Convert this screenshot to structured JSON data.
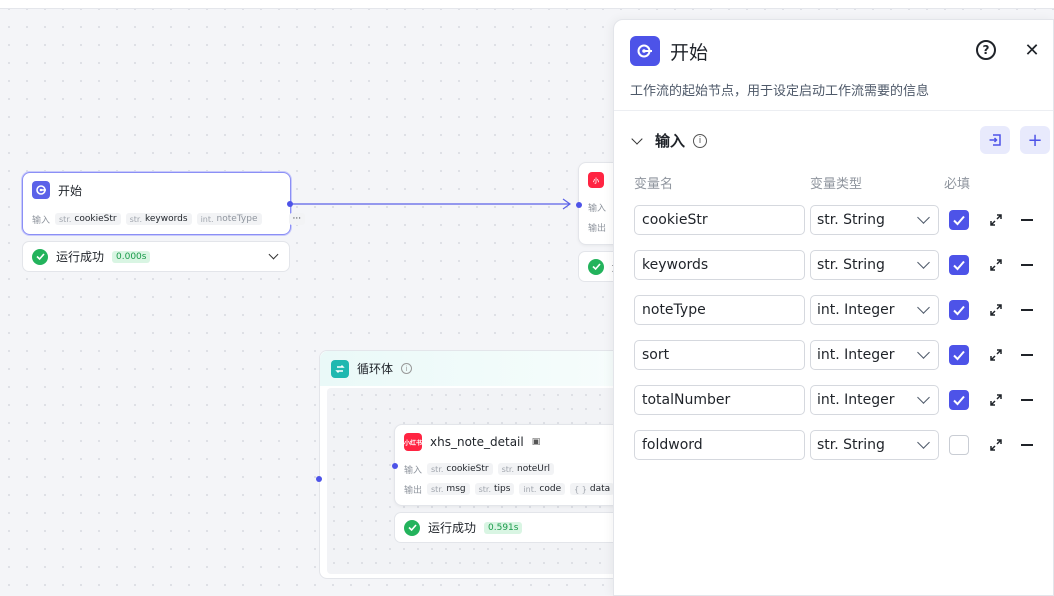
{
  "canvas": {
    "start_node": {
      "title": "开始",
      "input_label": "输入",
      "inputs": [
        {
          "type": "str.",
          "name": "cookieStr"
        },
        {
          "type": "str.",
          "name": "keywords"
        },
        {
          "type": "int.",
          "name": "noteType"
        }
      ],
      "more": "···",
      "status_text": "运行成功",
      "duration": "0.000s"
    },
    "partial_node": {
      "input_label": "输入",
      "output_label": "输出",
      "status_text": "运"
    },
    "loop_node": {
      "title": "循环体",
      "info": "i"
    },
    "xhs_node": {
      "icon_text": "小红书",
      "title": "xhs_note_detail",
      "input_label": "输入",
      "inputs": [
        {
          "type": "str.",
          "name": "cookieStr"
        },
        {
          "type": "str.",
          "name": "noteUrl"
        }
      ],
      "output_label": "输出",
      "outputs": [
        {
          "type": "str.",
          "name": "msg"
        },
        {
          "type": "str.",
          "name": "tips"
        },
        {
          "type": "int.",
          "name": "code"
        },
        {
          "type": "{ }",
          "name": "data"
        }
      ],
      "status_text": "运行成功",
      "duration": "0.591s"
    }
  },
  "panel": {
    "title": "开始",
    "help": "?",
    "close": "✕",
    "description": "工作流的起始节点，用于设定启动工作流需要的信息",
    "section_title": "输入",
    "section_info": "i",
    "add": "+",
    "columns": {
      "name": "变量名",
      "type": "变量类型",
      "required": "必填"
    },
    "variables": [
      {
        "name": "cookieStr",
        "type": "str. String",
        "required": true
      },
      {
        "name": "keywords",
        "type": "str. String",
        "required": true
      },
      {
        "name": "noteType",
        "type": "int. Integer",
        "required": true
      },
      {
        "name": "sort",
        "type": "int. Integer",
        "required": true
      },
      {
        "name": "totalNumber",
        "type": "int. Integer",
        "required": true
      },
      {
        "name": "foldword",
        "type": "str. String",
        "required": false
      }
    ]
  },
  "colors": {
    "accent": "#4d53e8",
    "success": "#23b35c",
    "xhs": "#ff2442",
    "loop": "#1fb8b0"
  }
}
